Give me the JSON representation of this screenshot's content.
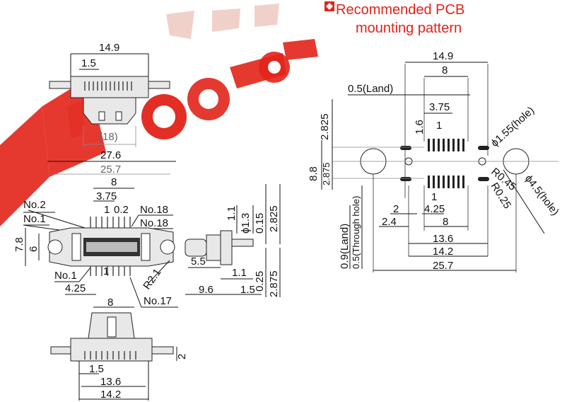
{
  "section": {
    "marker": "◆",
    "title_line1": "Recommended PCB",
    "title_line2": "mounting pattern"
  },
  "front_view": {
    "width_149": "14.9",
    "pitch_15": "1.5",
    "ref_18": "(18)"
  },
  "main_view": {
    "w_276": "27.6",
    "w_257": "25.7",
    "w_8": "8",
    "w_375": "3.75",
    "w_1": "1",
    "w_02": "0.2",
    "no2": "No.2",
    "no1_top": "No.1",
    "no18_a": "No.18",
    "no18_b": "No.18",
    "h_78": "7.8",
    "h_6": "6",
    "no1_bottom": "No.1",
    "b_1": "1",
    "b_425": "4.25",
    "b_8": "8",
    "r21": "R2.1",
    "no17": "No.17"
  },
  "side_view": {
    "d11": "1.1",
    "phi13": "ϕ1.3",
    "d015": "0.15",
    "d2825": "2.825",
    "d55": "5.5",
    "d11b": "1.1",
    "d025": "0.25",
    "d2875": "2.875",
    "d96": "9.6",
    "d15": "1.5"
  },
  "bottom_view": {
    "d2": "2",
    "d15": "1.5",
    "d136": "13.6",
    "d142": "14.2"
  },
  "pcb_pattern": {
    "w149": "14.9",
    "w8": "8",
    "land05": "0.5(Land)",
    "d375": "3.75",
    "d1": "1",
    "d16": "1.6",
    "d2825": "2.825",
    "d88": "8.8",
    "d2875": "2.875",
    "hole155": "ϕ1.55(hole)",
    "r045": "R0.45",
    "r025": "R0.25",
    "hole45": "ϕ4.5(hole)",
    "d1b": "1",
    "d2": "2",
    "d425": "4.25",
    "d24": "2.4",
    "d8b": "8",
    "land09": "0.9(Land)",
    "through05": "0.5(Through hole)",
    "d136": "13.6",
    "d142": "14.2",
    "d257": "25.7"
  },
  "colors": {
    "accent": "#e2231a",
    "line": "#111111"
  }
}
